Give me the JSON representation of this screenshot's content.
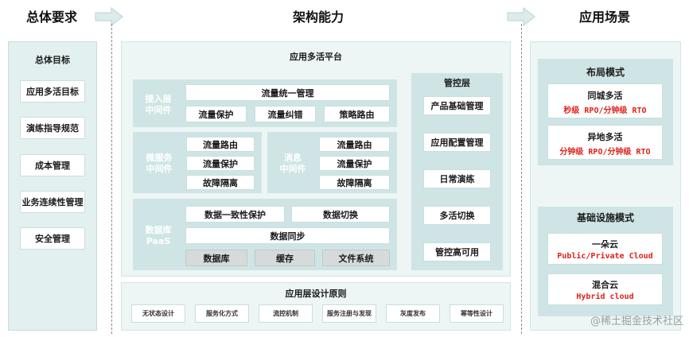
{
  "headers": {
    "overall": "总体要求",
    "capability": "架构能力",
    "scenario": "应用场景"
  },
  "left": {
    "title": "总体目标",
    "items": [
      "应用多活目标",
      "演练指导规范",
      "成本管理",
      "业务连续性管理",
      "安全管理"
    ]
  },
  "platform": {
    "title": "应用多活平台",
    "access": {
      "label_line1": "接入层",
      "label_line2": "中间件",
      "top": "流量统一管理",
      "items": [
        "流量保护",
        "流量纠错",
        "策略路由"
      ]
    },
    "micro": {
      "label_line1": "微服务",
      "label_line2": "中间件",
      "items": [
        "流量路由",
        "流量保护",
        "故障隔离"
      ]
    },
    "message": {
      "label_line1": "消息",
      "label_line2": "中间件",
      "items": [
        "流量路由",
        "流量保护",
        "故障隔离"
      ]
    },
    "database": {
      "label_line1": "数据库",
      "label_line2": "PaaS",
      "row1": [
        "数据一致性保护",
        "数据切换"
      ],
      "sync": "数据同步",
      "row3": [
        "数据库",
        "缓存",
        "文件系统"
      ]
    },
    "control": {
      "title": "管控层",
      "items": [
        "产品基础管理",
        "应用配置管理",
        "日常演练",
        "多活切换",
        "管控高可用"
      ]
    },
    "principles": {
      "title": "应用层设计原则",
      "items": [
        "无状态设计",
        "服务化方式",
        "流控机制",
        "服务注册与发现",
        "灰度发布",
        "幂等性设计"
      ]
    }
  },
  "right": {
    "layout": {
      "title": "布局模式",
      "cards": [
        {
          "name": "同城多活",
          "red1": "秒级",
          "mid": " RPO/",
          "red2": "分钟级",
          "end": " RTO"
        },
        {
          "name": "异地多活",
          "red1": "分钟级",
          "mid": " RPO/",
          "red2": "分钟级",
          "end": " RTO"
        }
      ]
    },
    "infra": {
      "title": "基础设施模式",
      "cards": [
        {
          "name": "一朵云",
          "sub": "Public/Private Cloud"
        },
        {
          "name": "混合云",
          "sub": "Hybrid cloud"
        }
      ]
    }
  },
  "watermark": "@稀土掘金技术社区",
  "colors": {
    "panel": "#e3f0f0",
    "section": "#cfe5e5",
    "accent_red": "#e0201a",
    "arrow": "#cfe2e2"
  }
}
